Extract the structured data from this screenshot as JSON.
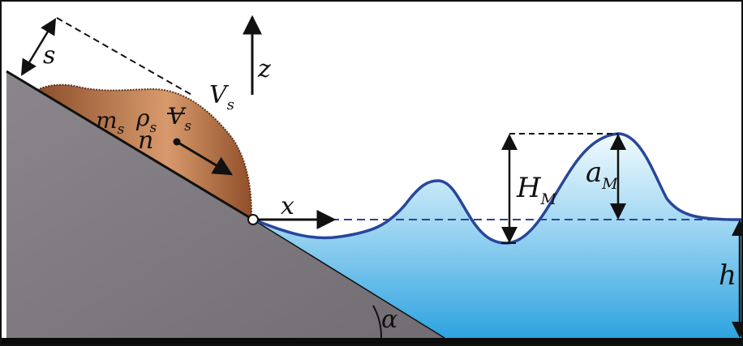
{
  "labels": {
    "s": "s",
    "z": "z",
    "Vs": "V",
    "Vs_sub": "s",
    "ms": "m",
    "ms_sub": "s",
    "rho": "ρ",
    "rho_sub": "s",
    "vol": "V",
    "vol_sub": "s",
    "n": "n",
    "x": "x",
    "HM": "H",
    "HM_sub": "M",
    "aM": "a",
    "aM_sub": "M",
    "h": "h",
    "alpha": "α"
  },
  "colors": {
    "frame": "#111111",
    "slope": "#7f7b80",
    "slide": "#a0603a",
    "water_top": "#e8f6fc",
    "water_bottom": "#2ea3e0",
    "wave_line": "#27479a",
    "ground_band": "#0b0b0b"
  }
}
